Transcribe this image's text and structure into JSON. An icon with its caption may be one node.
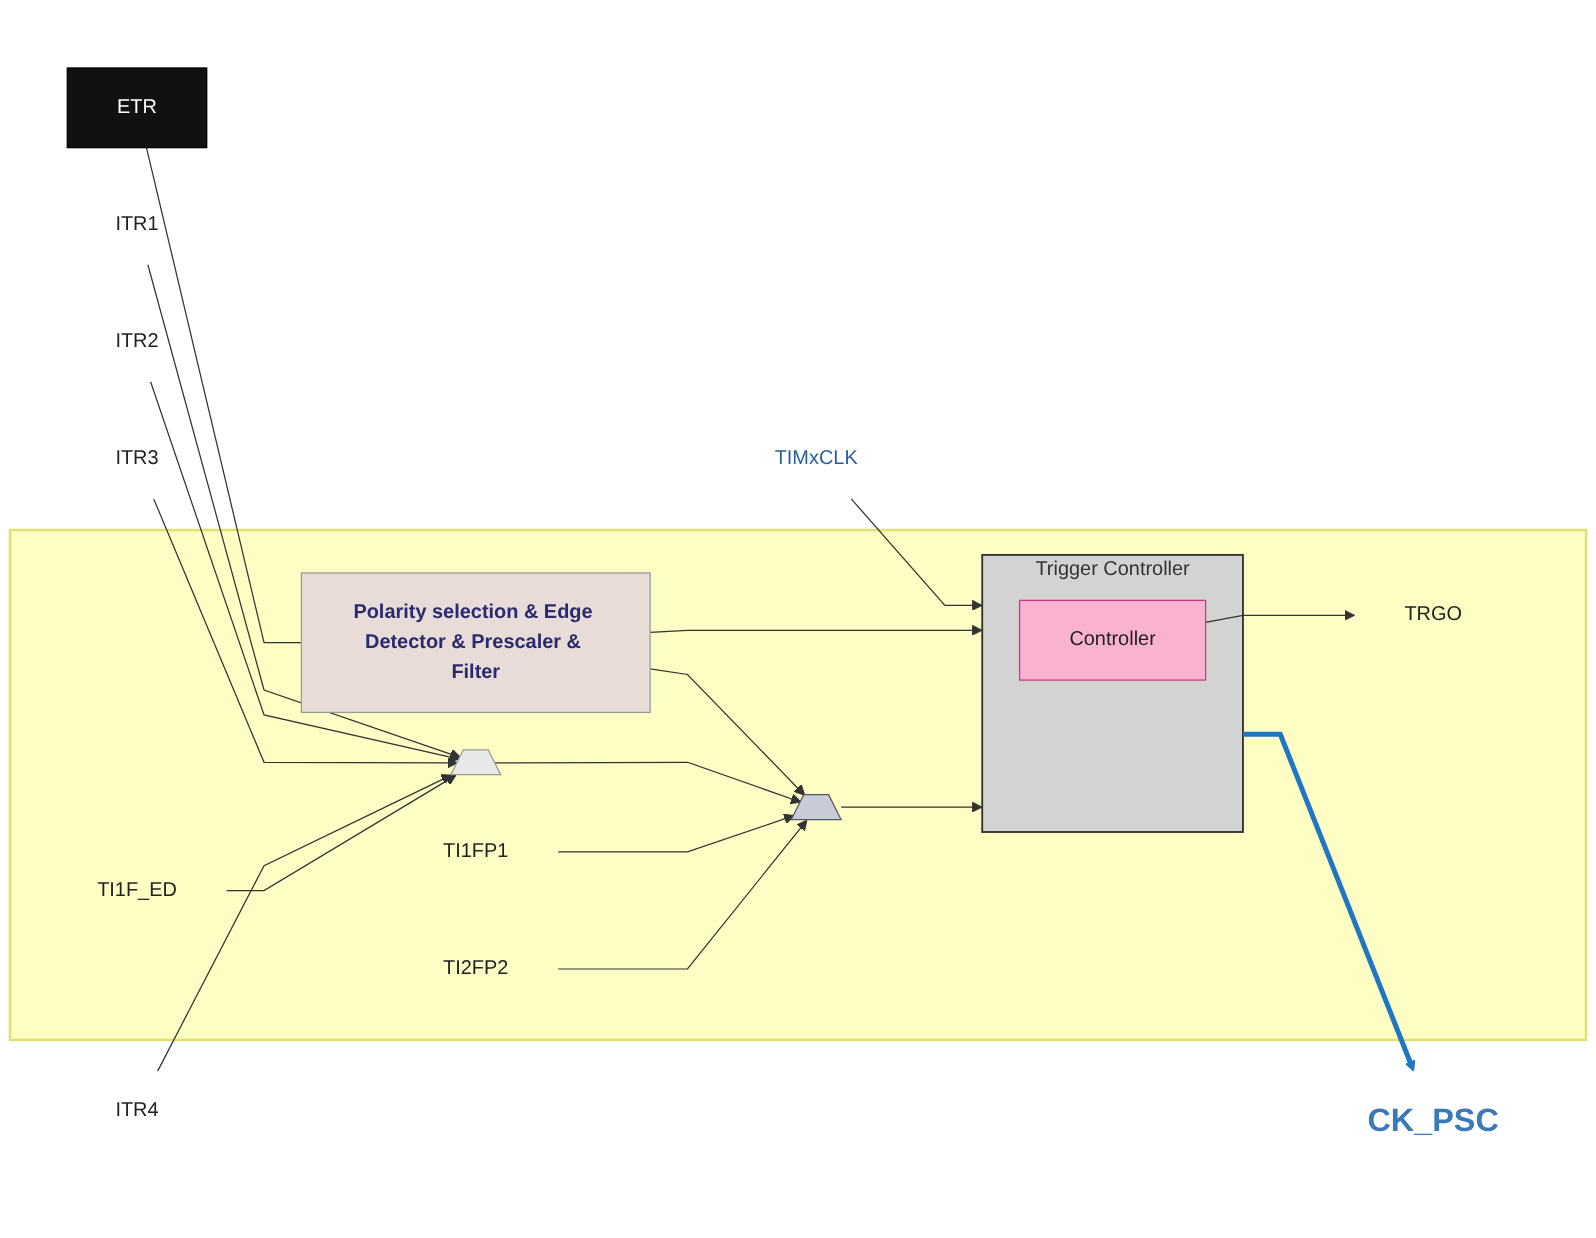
{
  "diagram": {
    "nodes": [
      {
        "text": [],
        "shape": "box"
      },
      {
        "text": [
          "TIMxCLK"
        ]
      },
      {
        "text": [
          "Trigger Controller"
        ],
        "in": 0
      },
      {
        "text": [
          "ETR"
        ]
      },
      {
        "text": [
          "Polarity selection & Edge Detector & Prescaler & Filter"
        ],
        "in": 0
      },
      {
        "text": [
          "ITR1"
        ]
      },
      {
        "text": [
          "ITR2"
        ]
      },
      {
        "text": [
          "ITR3"
        ]
      },
      {
        "text": [
          "ITR4"
        ]
      },
      {
        "text": [],
        "shape": "trapezoid",
        "in": 0
      },
      {
        "text": [
          "TI1F_ED"
        ],
        "in": 0
      },
      {
        "text": [],
        "shape": "trapezoid",
        "in": 0
      },
      {
        "text": [
          "Controller"
        ],
        "in": 2
      },
      {
        "text": [
          "TI1FP1"
        ],
        "in": 0
      },
      {
        "text": [
          "TI2FP2"
        ],
        "in": 0
      },
      {
        "text": [
          "TRGO"
        ],
        "in": 0
      },
      {
        "text": [
          "CK_PSC"
        ]
      }
    ],
    "edges": [
      {
        "from": 1,
        "to": 2,
        "arrow": "to"
      },
      {
        "from": 3,
        "to": 4,
        "arrow": "none"
      },
      {
        "from": 4,
        "to": 2,
        "arrow": "to"
      },
      {
        "from": 4,
        "to": 11,
        "arrow": "to"
      },
      {
        "from": 5,
        "to": 9,
        "arrow": "to"
      },
      {
        "from": 6,
        "to": 9,
        "arrow": "to"
      },
      {
        "from": 7,
        "to": 9,
        "arrow": "to"
      },
      {
        "from": 8,
        "to": 9,
        "arrow": "to"
      },
      {
        "from": 10,
        "to": 9,
        "arrow": "to"
      },
      {
        "from": 9,
        "to": 11,
        "arrow": "to"
      },
      {
        "from": 13,
        "to": 11,
        "arrow": "to"
      },
      {
        "from": 14,
        "to": 11,
        "arrow": "to"
      },
      {
        "from": 11,
        "to": 2,
        "arrow": "to"
      },
      {
        "from": 12,
        "to": 15,
        "arrow": "to"
      },
      {
        "from": 2,
        "to": 16,
        "arrow": "to",
        "style": "thick",
        "color": "#1f77c4"
      }
    ]
  }
}
